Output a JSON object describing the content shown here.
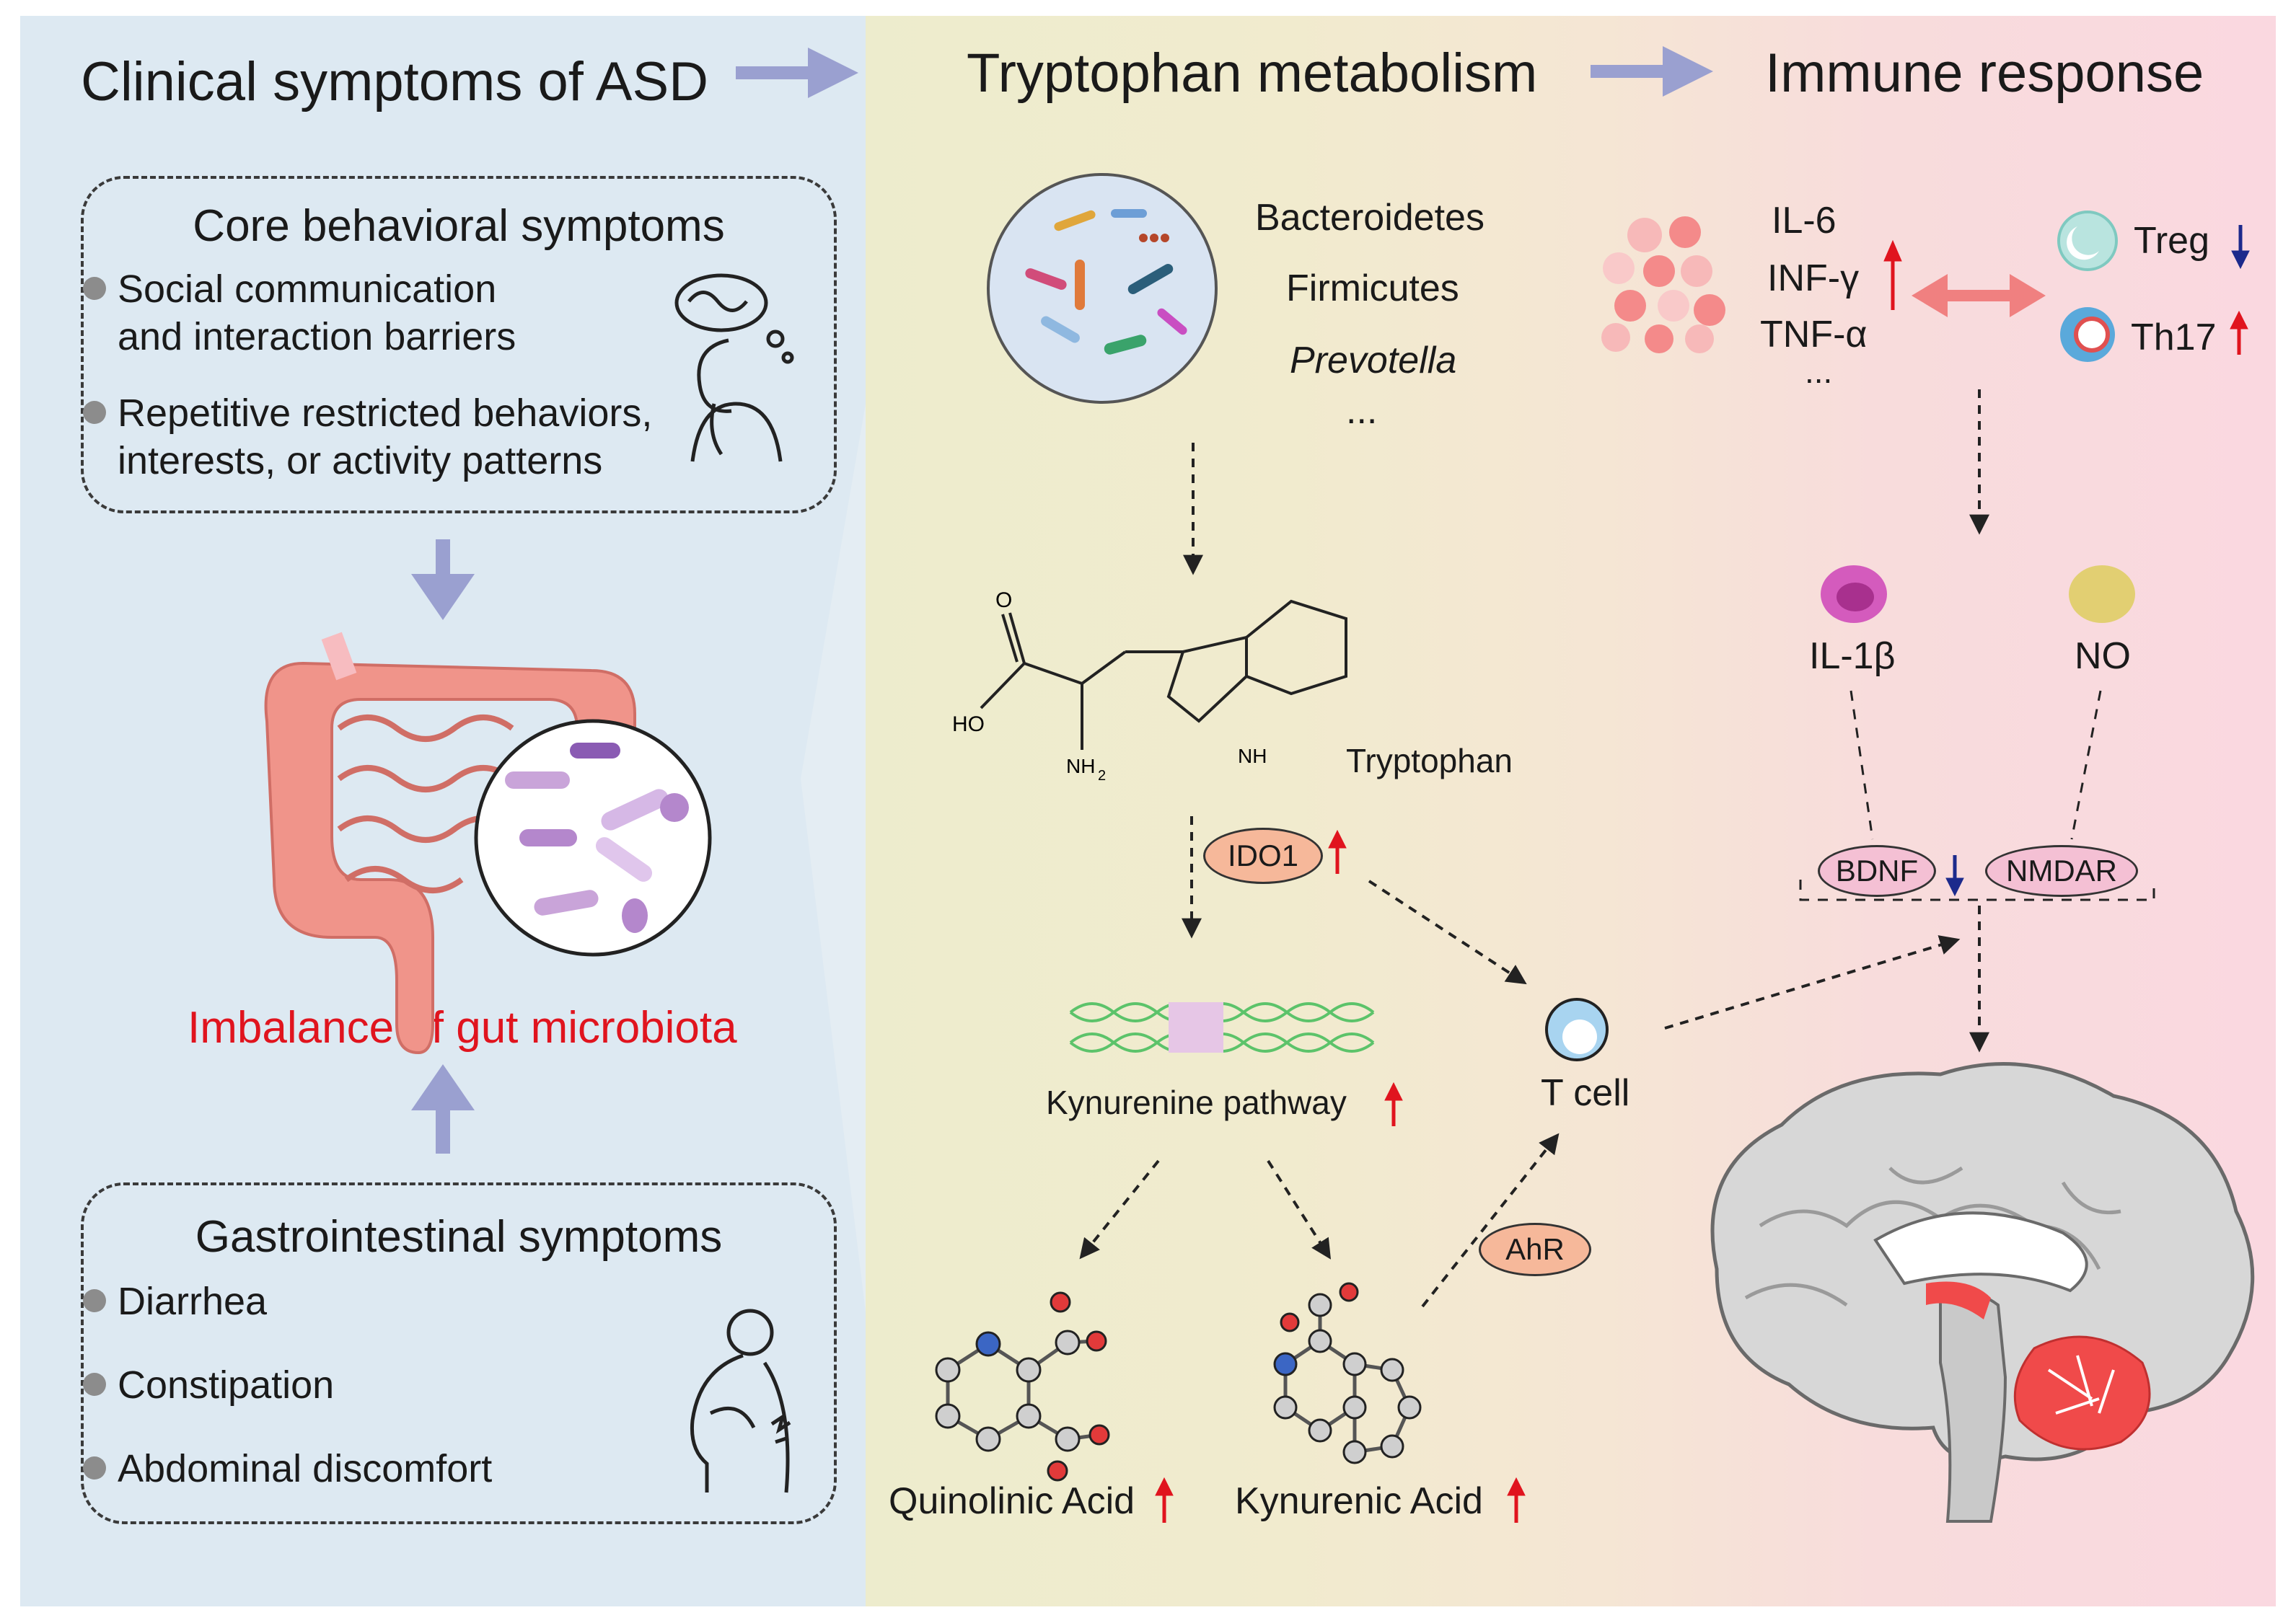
{
  "panels": {
    "clinical": {
      "title": "Clinical symptoms of ASD",
      "core_box": {
        "title": "Core behavioral symptoms",
        "items": [
          {
            "line1": "Social communication",
            "line2": "and interaction barriers"
          },
          {
            "line1": "Repetitive restricted behaviors,",
            "line2": "interests, or activity patterns"
          }
        ]
      },
      "gut_label": "Imbalance of gut microbiota",
      "gi_box": {
        "title": "Gastrointestinal symptoms",
        "items": [
          "Diarrhea",
          "Constipation",
          "Abdominal discomfort"
        ]
      }
    },
    "tryptophan": {
      "title": "Tryptophan metabolism",
      "bacteria": [
        "Bacteroidetes",
        "Firmicutes",
        "Prevotella",
        "..."
      ],
      "molecule_label": "Tryptophan",
      "atoms": {
        "o": "O",
        "ho": "HO",
        "nh2": "NH",
        "nh2_sub": "2",
        "nh": "NH"
      },
      "enzyme": "IDO1",
      "pathway": "Kynurenine pathway",
      "products": [
        "Quinolinic Acid",
        "Kynurenic Acid"
      ],
      "receptor": "AhR",
      "tcell": "T cell"
    },
    "immune": {
      "title": "Immune response",
      "cytokines": [
        "IL-6",
        "INF-γ",
        "TNF-α",
        "..."
      ],
      "cells": [
        "Treg",
        "Th17"
      ],
      "mediators": [
        "IL-1β",
        "NO"
      ],
      "targets": [
        "BDNF",
        "NMDAR"
      ]
    }
  },
  "colors": {
    "left_bg": "#dde9f2",
    "arrow_purple": "#9aa0d0",
    "up_red": "#e0141e",
    "down_blue": "#1c2a8c",
    "gut_label_red": "#e0141e",
    "double_arrow": "#f08080"
  },
  "icons": [
    "bacteria-circle-icon",
    "intestine-icon",
    "brain-icon",
    "thinking-person-icon",
    "stomach-ache-person-icon",
    "dna-helix-icon"
  ]
}
